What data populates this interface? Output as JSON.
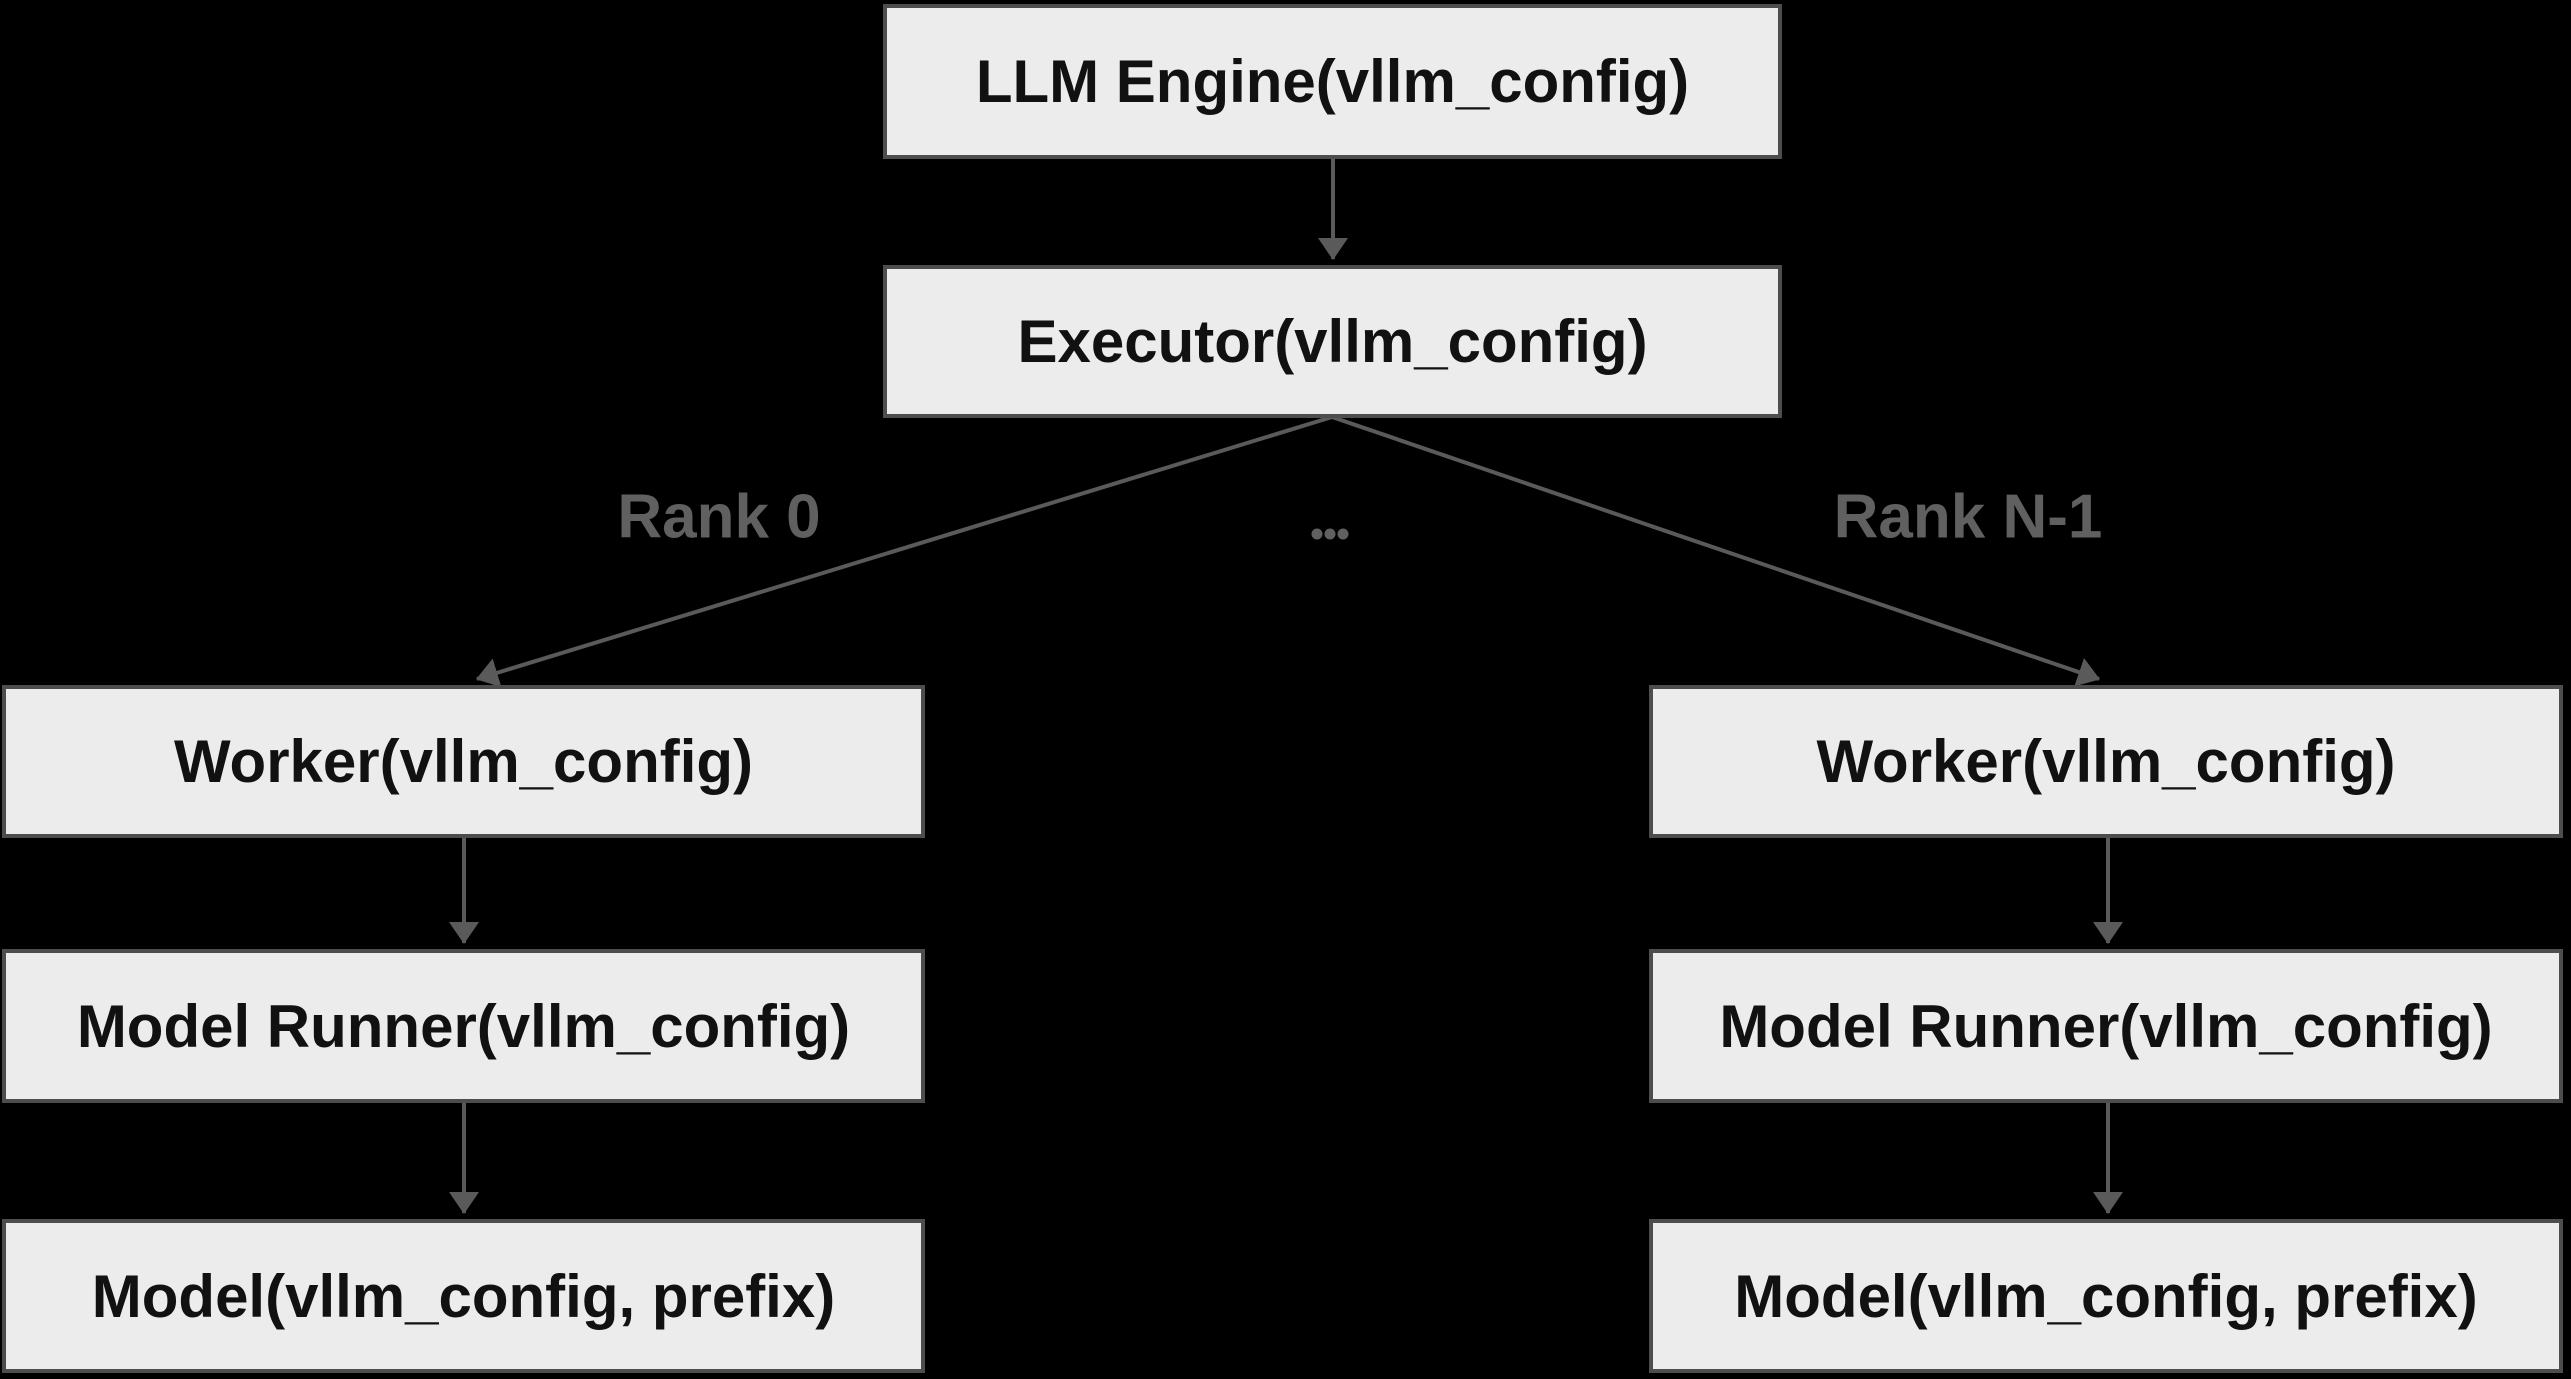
{
  "diagram": {
    "title": "vLLM engine architecture flowchart",
    "colors": {
      "background": "#000000",
      "node_fill": "#ececec",
      "node_border": "#4d4d4d",
      "node_text": "#111111",
      "edge_line": "#5a5a5a",
      "edge_label_text": "#606060"
    },
    "nodes": [
      {
        "id": "llm-engine",
        "label": "LLM Engine(vllm_config)"
      },
      {
        "id": "executor",
        "label": "Executor(vllm_config)"
      },
      {
        "id": "worker-left",
        "label": "Worker(vllm_config)"
      },
      {
        "id": "model-runner-left",
        "label": "Model Runner(vllm_config)"
      },
      {
        "id": "model-left",
        "label": "Model(vllm_config, prefix)"
      },
      {
        "id": "worker-right",
        "label": "Worker(vllm_config)"
      },
      {
        "id": "model-runner-right",
        "label": "Model Runner(vllm_config)"
      },
      {
        "id": "model-right",
        "label": "Model(vllm_config, prefix)"
      }
    ],
    "edges": [
      {
        "from": "llm-engine",
        "to": "executor"
      },
      {
        "from": "executor",
        "to": "worker-left",
        "label": "Rank 0"
      },
      {
        "from": "executor",
        "to": "worker-right",
        "label": "Rank N-1"
      },
      {
        "from": "worker-left",
        "to": "model-runner-left"
      },
      {
        "from": "model-runner-left",
        "to": "model-left"
      },
      {
        "from": "worker-right",
        "to": "model-runner-right"
      },
      {
        "from": "model-runner-right",
        "to": "model-right"
      }
    ],
    "edge_labels": {
      "left": "Rank 0",
      "middle": "…",
      "right": "Rank N-1"
    }
  }
}
